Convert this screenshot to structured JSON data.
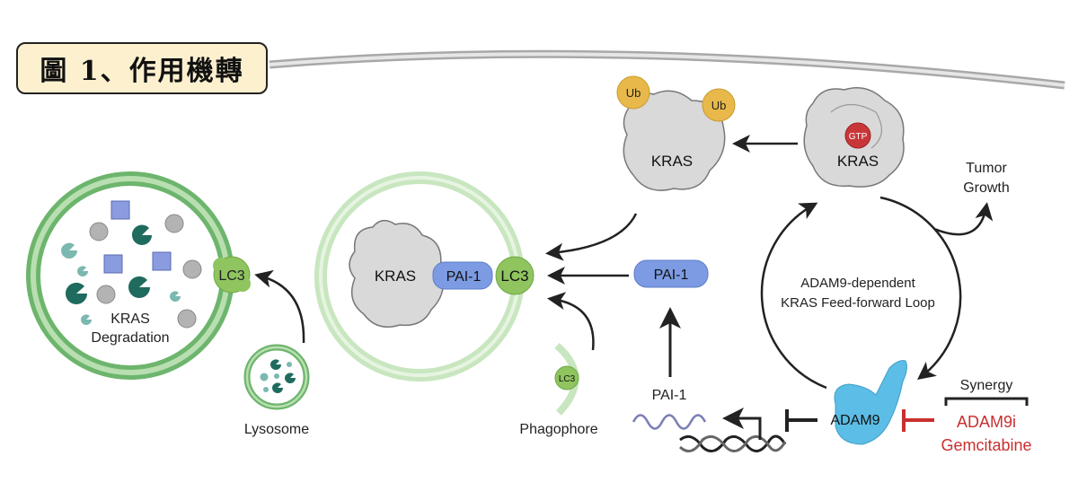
{
  "figure": {
    "title": "圖 1、作用機轉"
  },
  "labels": {
    "kras_degradation_line1": "KRAS",
    "kras_degradation_line2": "Degradation",
    "lc3": "LC3",
    "lysosome": "Lysosome",
    "kras": "KRAS",
    "pai1": "PAI-1",
    "phagophore": "Phagophore",
    "ub": "Ub",
    "gtp": "GTP",
    "tumor_growth_line1": "Tumor",
    "tumor_growth_line2": "Growth",
    "loop_line1": "ADAM9-dependent",
    "loop_line2": "KRAS Feed-forward Loop",
    "adam9": "ADAM9",
    "synergy": "Synergy",
    "adam9i": "ADAM9i",
    "gemcitabine": "Gemcitabine",
    "pai1_mrna": "PAI-1"
  },
  "colors": {
    "title_bg": "#fdf0cf",
    "membrane_green_dark": "#6db56d",
    "membrane_green_light": "#b9dfb1",
    "lc3_green": "#8fc45f",
    "pai1_blue": "#7d9be3",
    "kras_gray": "#d9d9d9",
    "ub_yellow": "#e8b94a",
    "gtp_red": "#c9363a",
    "adam9_cyan": "#5cbde6",
    "inhibitor_red": "#c8302f",
    "enzyme_teal": "#1f6b5e",
    "enzyme_teal_light": "#7bb8b0",
    "mrna_purple": "#7b7fb5",
    "cargo_square": "#8a9be0",
    "cargo_circle": "#b3b3b3"
  }
}
